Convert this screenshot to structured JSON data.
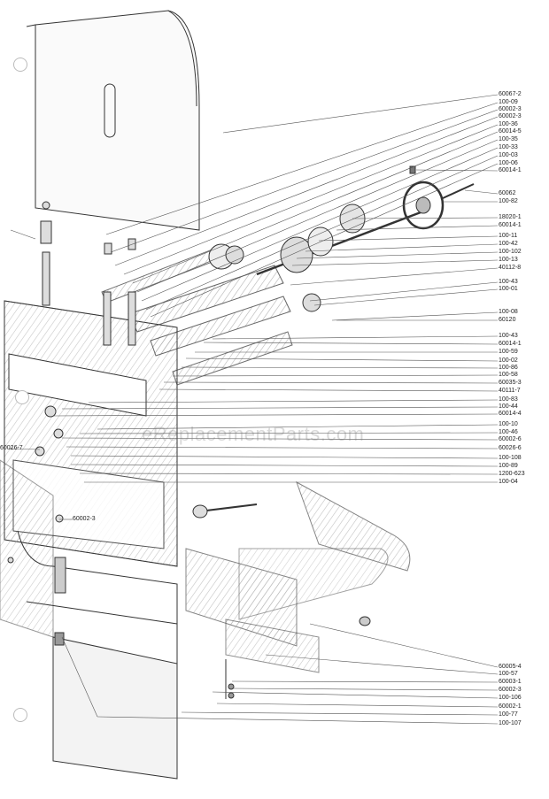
{
  "watermark": "eReplacementParts.com",
  "callouts_right": [
    "60067-2",
    "100-09",
    "60002-3",
    "60002-3",
    "100-36",
    "60014-5",
    "100-35",
    "100-33",
    "100-03",
    "100-06",
    "60014-1",
    "60062",
    "100-82",
    "18020-1",
    "60014-1",
    "100-11",
    "100-42",
    "100-102",
    "100-13",
    "40112-8",
    "100-43",
    "100-01",
    "100-08",
    "60120",
    "100-43",
    "60014-1",
    "100-59",
    "100-02",
    "100-86",
    "100-58",
    "60035-3",
    "40111-7",
    "100-83",
    "100-44",
    "60014-4",
    "100-10",
    "100-46",
    "60002-6",
    "60026-6",
    "100-108",
    "100-89",
    "1200-623",
    "100-04"
  ],
  "callouts_bottom": [
    "60005-4",
    "100-57",
    "60003-1",
    "60002-3",
    "100-106",
    "60002-1",
    "100-77",
    "100-107"
  ],
  "callouts_left": [
    "60026-7",
    "60002-3"
  ]
}
